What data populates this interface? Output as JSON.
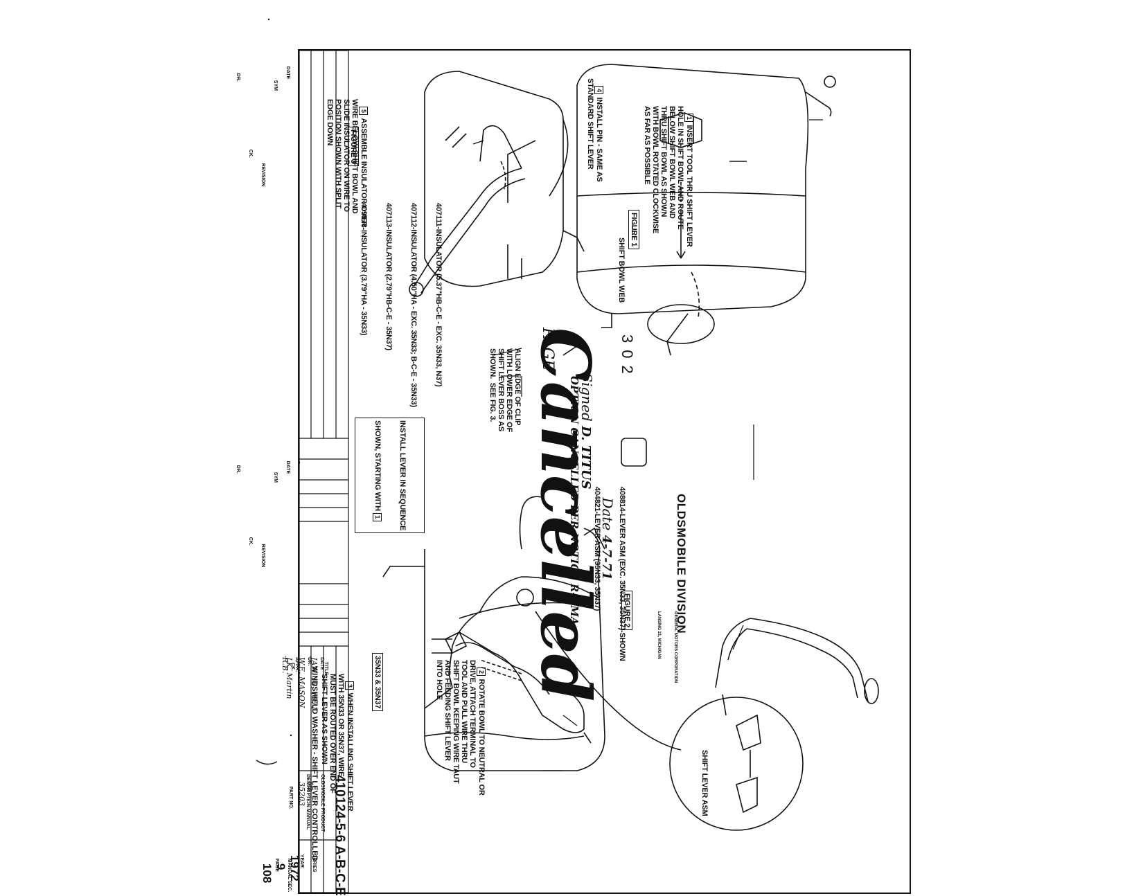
{
  "header": {
    "division": "OLDSMOBILE DIVISION",
    "corp_line1": "GENERAL MOTORS CORPORATION",
    "corp_line2": "LANSING 21, MICHIGAN"
  },
  "parts": {
    "lever_1": "408814-LEVER ASM (EXC. 35N33, 35N37)-SHOWN",
    "lever_2": "404821-LEVER ASM (35N33, 35N37)",
    "insulators": [
      "407111-INSULATOR (5.37\"HB-C-E - EXC. 35N33, N37)",
      "407112-INSULATOR (4.50\"HA - EXC. 35N33; B-C-E - 35N33)",
      "407113-INSULATOR (2.79\"HB-C-E - 35N37)",
      "409878-INSULATOR (3.79\"HA - 35N33)"
    ]
  },
  "notes": {
    "align_clip": "ALIGN EDGE OF CLIP\nWITH LOWER EDGE OF\nSHIFT LEVER BOSS AS\nSHOWN.  SEE FIG. 3.",
    "shift_bowl_web": "SHIFT BOWL WEB",
    "step1_num": "1",
    "step1": "INSERT TOOL THRU SHIFT LEVER\nHOLE IN SHIFT BOWL AND ROUTE\nBELOW SHIFT BOWL WEB AND\nTHRU SHIFT BOWL AS SHOWN\nWITH BOWL ROTATED CLOCKWISE\nAS FAR AS POSSIBLE",
    "step2_num": "2",
    "step2": "ROTATE BOWL TO NEUTRAL OR\nDRIVE, ATTACH TERMINAL TO\nTOOL AND PULL WIRE THRU\nSHIFT BOWL KEEPING WIRE TAUT\nAND FEEDING SHIFT LEVER\nINTO HOLE",
    "step3_num": "3",
    "step3": "WHEN INSTALLING SHIFT LEVER\nWITH 35N33 OR 35N37, WIRE\nMUST BE ROUTED OVER END OF\nSHIFT LEVER AS SHOWN",
    "step4_num": "4",
    "step4": "INSTALL PIN - SAME AS\nSTANDARD SHIFT LEVER",
    "step5_num": "5",
    "step5": "ASSEMBLE INSULATOR OVER\nWIRE BELOW SHIFT BOWL AND\nSLIDE INSULATOR ON WIRE TO\nPOSITION SHOWN WITH SPLIT\nEDGE DOWN",
    "install_lever_line1": "INSTALL LEVER IN SEQUENCE",
    "install_lever_line2": "SHOWN, STARTING WITH",
    "install_lever_num": "1",
    "shift_lever_asm": "SHIFT LEVER ASM",
    "option_codes": "35N33 & 35N37",
    "figure1": "FIGURE 1",
    "figure2": "FIGURE 2",
    "figure3": "FIGURE 3"
  },
  "stamp": {
    "page": "PAGE",
    "word": "Cancelled",
    "notice": "OPTION CANCELLED PER NOTICE R-BMA",
    "signed_label": "Signed",
    "signed_value": "D. TITUS",
    "date_label": "Date",
    "date_value": "4-7-71",
    "page_number": "302"
  },
  "title_block": {
    "title_label": "TITLE",
    "title": "WINDSHIELD WASHER - SHIFT LEVER CONTROLLED",
    "date_label": "DATE",
    "date_value": "JAN. 18, 1971",
    "dr_label": "DR.",
    "dr_value": "W.E. MASON",
    "ck_label": "CK.",
    "ck_value": "R.B.",
    "appr_label": "APPR.",
    "appr_value": "J.K. Martin",
    "product_line1": "OLDSMOBILE PRODUCT",
    "product_line2": "DESCRIPTION MANUAL",
    "ref_label": "REF.",
    "ref_value": "35203",
    "part_no_label": "PART NO.",
    "part_no": "410124-5-6",
    "series_label": "SERIES",
    "series": "A-B-C-E",
    "year_label": "YEAR",
    "year": "1972",
    "manual_sec_label": "MANUAL SEC.",
    "manual_sec": "9",
    "page_label": "PAGE",
    "page": "108",
    "revision_label": "REVISION",
    "sym_label": "SYM",
    "dr_col": "DR.",
    "ck_col": "CK.",
    "date_col": "DATE"
  }
}
